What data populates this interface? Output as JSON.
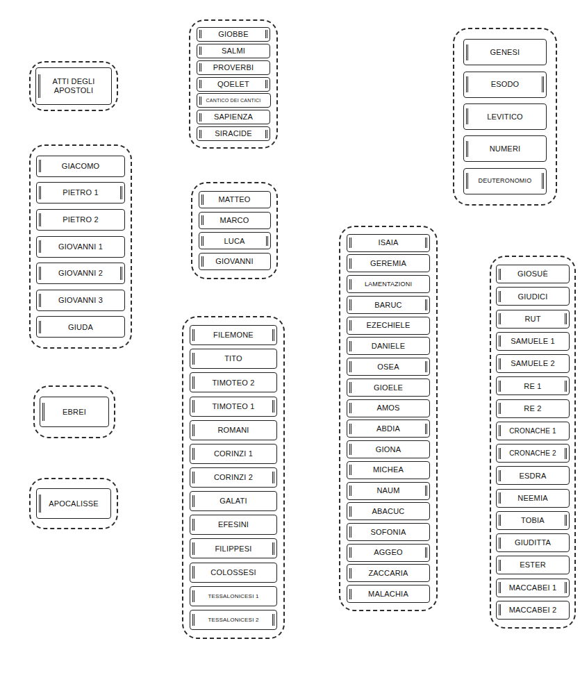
{
  "diagram": {
    "nodes": [
      {
        "text": []
      },
      {
        "text": [
          "ATTI DEGLI APOSTOLI"
        ],
        "in": 0
      },
      {
        "text": []
      },
      {
        "text": [
          "GIOBBE"
        ],
        "in": 2
      },
      {
        "text": [
          "SALMI"
        ],
        "in": 2
      },
      {
        "text": [
          "PROVERBI"
        ],
        "in": 2
      },
      {
        "text": [
          "QOELET"
        ],
        "in": 2
      },
      {
        "text": [
          "CANTICO DEI CANTICI"
        ],
        "in": 2
      },
      {
        "text": [
          "SAPIENZA"
        ],
        "in": 2
      },
      {
        "text": [
          "SIRACIDE"
        ],
        "in": 2
      },
      {
        "text": []
      },
      {
        "text": [
          "GENESI"
        ],
        "in": 10
      },
      {
        "text": [
          "ESODO"
        ],
        "in": 10
      },
      {
        "text": [
          "LEVITICO"
        ],
        "in": 10
      },
      {
        "text": [
          "NUMERI"
        ],
        "in": 10
      },
      {
        "text": [
          "DEUTERONOMIO"
        ],
        "in": 10
      },
      {
        "text": []
      },
      {
        "text": [
          "GIACOMO"
        ],
        "in": 16
      },
      {
        "text": [
          "PIETRO 1"
        ],
        "in": 16
      },
      {
        "text": [
          "PIETRO 2"
        ],
        "in": 16
      },
      {
        "text": [
          "GIOVANNI 1"
        ],
        "in": 16
      },
      {
        "text": [
          "GIOVANNI 2"
        ],
        "in": 16
      },
      {
        "text": [
          "GIOVANNI 3"
        ],
        "in": 16
      },
      {
        "text": [
          "GIUDA"
        ],
        "in": 16
      },
      {
        "text": []
      },
      {
        "text": [
          "MATTEO"
        ],
        "in": 24
      },
      {
        "text": [
          "MARCO"
        ],
        "in": 24
      },
      {
        "text": [
          "LUCA"
        ],
        "in": 24
      },
      {
        "text": [
          "GIOVANNI"
        ],
        "in": 24
      },
      {
        "text": []
      },
      {
        "text": [
          "ISAIA"
        ],
        "in": 29
      },
      {
        "text": [
          "GEREMIA"
        ],
        "in": 29
      },
      {
        "text": [
          "LAMENTAZIONI"
        ],
        "in": 29
      },
      {
        "text": [
          "BARUC"
        ],
        "in": 29
      },
      {
        "text": [
          "EZECHIELE"
        ],
        "in": 29
      },
      {
        "text": [
          "DANIELE"
        ],
        "in": 29
      },
      {
        "text": [
          "OSEA"
        ],
        "in": 29
      },
      {
        "text": [
          "GIOELE"
        ],
        "in": 29
      },
      {
        "text": [
          "AMOS"
        ],
        "in": 29
      },
      {
        "text": [
          "ABDIA"
        ],
        "in": 29
      },
      {
        "text": [
          "GIONA"
        ],
        "in": 29
      },
      {
        "text": [
          "MICHEA"
        ],
        "in": 29
      },
      {
        "text": [
          "NAUM"
        ],
        "in": 29
      },
      {
        "text": [
          "ABACUC"
        ],
        "in": 29
      },
      {
        "text": [
          "SOFONIA"
        ],
        "in": 29
      },
      {
        "text": [
          "AGGEO"
        ],
        "in": 29
      },
      {
        "text": [
          "ZACCARIA"
        ],
        "in": 29
      },
      {
        "text": [
          "MALACHIA"
        ],
        "in": 29
      },
      {
        "text": []
      },
      {
        "text": [
          "GIOSUÈ"
        ],
        "in": 48
      },
      {
        "text": [
          "GIUDICI"
        ],
        "in": 48
      },
      {
        "text": [
          "RUT"
        ],
        "in": 48
      },
      {
        "text": [
          "SAMUELE 1"
        ],
        "in": 48
      },
      {
        "text": [
          "SAMUELE 2"
        ],
        "in": 48
      },
      {
        "text": [
          "RE 1"
        ],
        "in": 48
      },
      {
        "text": [
          "RE 2"
        ],
        "in": 48
      },
      {
        "text": [
          "CRONACHE 1"
        ],
        "in": 48
      },
      {
        "text": [
          "CRONACHE 2"
        ],
        "in": 48
      },
      {
        "text": [
          "ESDRA"
        ],
        "in": 48
      },
      {
        "text": [
          "NEEMIA"
        ],
        "in": 48
      },
      {
        "text": [
          "TOBIA"
        ],
        "in": 48
      },
      {
        "text": [
          "GIUDITTA"
        ],
        "in": 48
      },
      {
        "text": [
          "ESTER"
        ],
        "in": 48
      },
      {
        "text": [
          "MACCABEI 1"
        ],
        "in": 48
      },
      {
        "text": [
          "MACCABEI 2"
        ],
        "in": 48
      },
      {
        "text": []
      },
      {
        "text": [
          "FILEMONE"
        ],
        "in": 65
      },
      {
        "text": [
          "TITO"
        ],
        "in": 65
      },
      {
        "text": [
          "TIMOTEO 2"
        ],
        "in": 65
      },
      {
        "text": [
          "TIMOTEO 1"
        ],
        "in": 65
      },
      {
        "text": [
          "ROMANI"
        ],
        "in": 65
      },
      {
        "text": [
          "CORINZI 1"
        ],
        "in": 65
      },
      {
        "text": [
          "CORINZI 2"
        ],
        "in": 65
      },
      {
        "text": [
          "GALATI"
        ],
        "in": 65
      },
      {
        "text": [
          "EFESINI"
        ],
        "in": 65
      },
      {
        "text": [
          "FILIPPESI"
        ],
        "in": 65
      },
      {
        "text": [
          "COLOSSESI"
        ],
        "in": 65
      },
      {
        "text": [
          "TESSALONICESI 1"
        ],
        "in": 65
      },
      {
        "text": [
          "TESSALONICESI 2"
        ],
        "in": 65
      },
      {
        "text": []
      },
      {
        "text": [
          "EBREI"
        ],
        "in": 79
      },
      {
        "text": []
      },
      {
        "text": [
          "APOCALISSE"
        ],
        "in": 81
      }
    ]
  }
}
